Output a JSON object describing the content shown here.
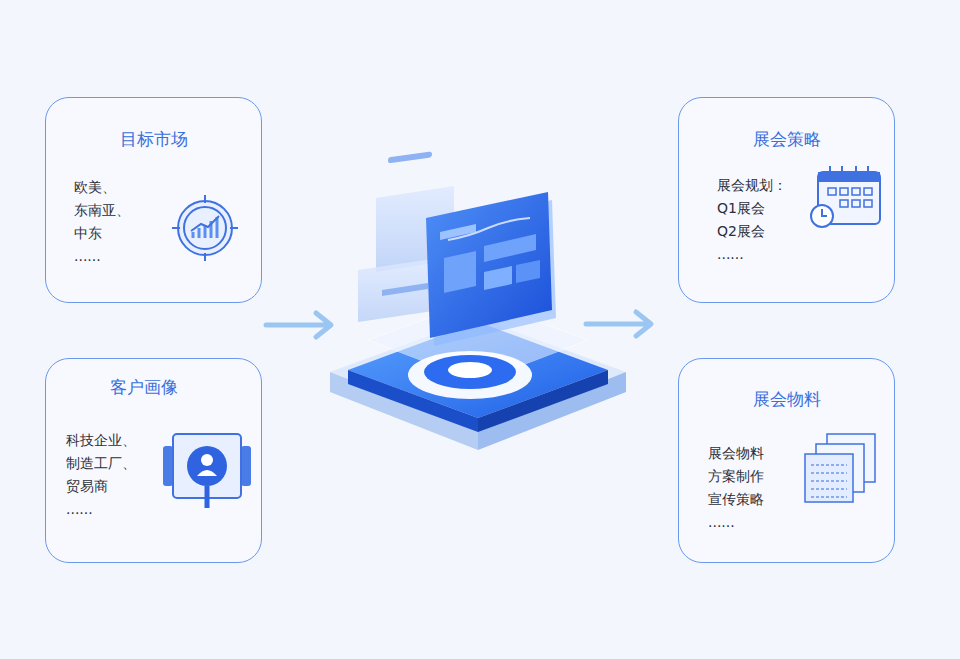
{
  "diagram": {
    "nodes": [
      {
        "text": [
          "目标市场",
          "欧美、",
          "东南亚、",
          "中东",
          "......"
        ]
      },
      {
        "text": [
          "客户画像",
          "科技企业、",
          "制造工厂、",
          "贸易商",
          "......"
        ]
      },
      {
        "text": [
          "展会策略",
          "展会规划：",
          "Q1展会",
          "Q2展会",
          "......"
        ]
      },
      {
        "text": [
          "展会物料",
          "展会物料",
          "方案制作",
          "宣传策略",
          "......"
        ]
      }
    ]
  }
}
